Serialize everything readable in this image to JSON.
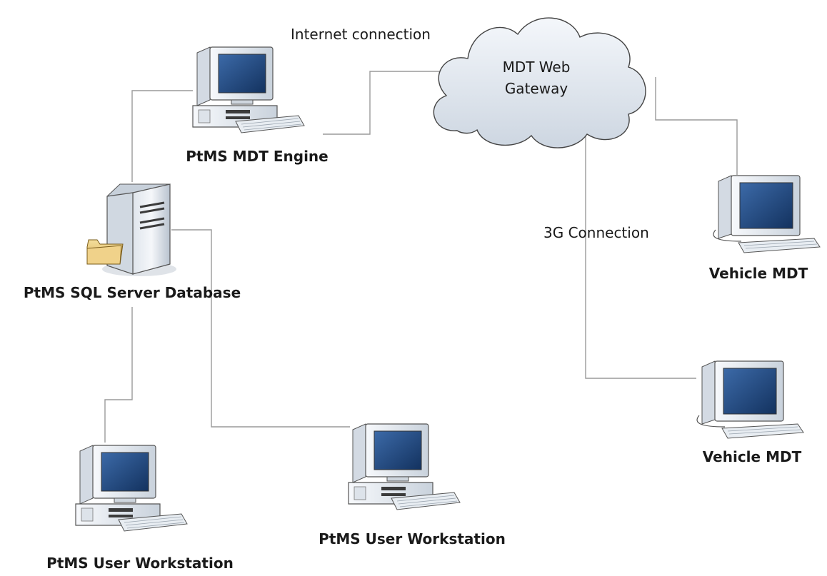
{
  "nodes": {
    "engine": {
      "label": "PtMS MDT Engine",
      "icon": "desktop-computer-icon"
    },
    "database": {
      "label": "PtMS SQL Server Database",
      "icon": "database-server-icon"
    },
    "gateway": {
      "line1": "MDT Web",
      "line2": "Gateway",
      "icon": "cloud-icon"
    },
    "workstation_left": {
      "label": "PtMS User Workstation",
      "icon": "desktop-computer-icon"
    },
    "workstation_mid": {
      "label": "PtMS User Workstation",
      "icon": "desktop-computer-icon"
    },
    "vehicle_upper": {
      "label": "Vehicle MDT",
      "icon": "desktop-computer-icon"
    },
    "vehicle_lower": {
      "label": "Vehicle MDT",
      "icon": "desktop-computer-icon"
    }
  },
  "connections": {
    "internet": "Internet connection",
    "cellular": "3G Connection"
  },
  "colors": {
    "line": "#9a9a9a",
    "screen": "#1f4a86",
    "case": "#e9eef4",
    "cloud": "#e6edf5",
    "folder": "#e3c377"
  }
}
